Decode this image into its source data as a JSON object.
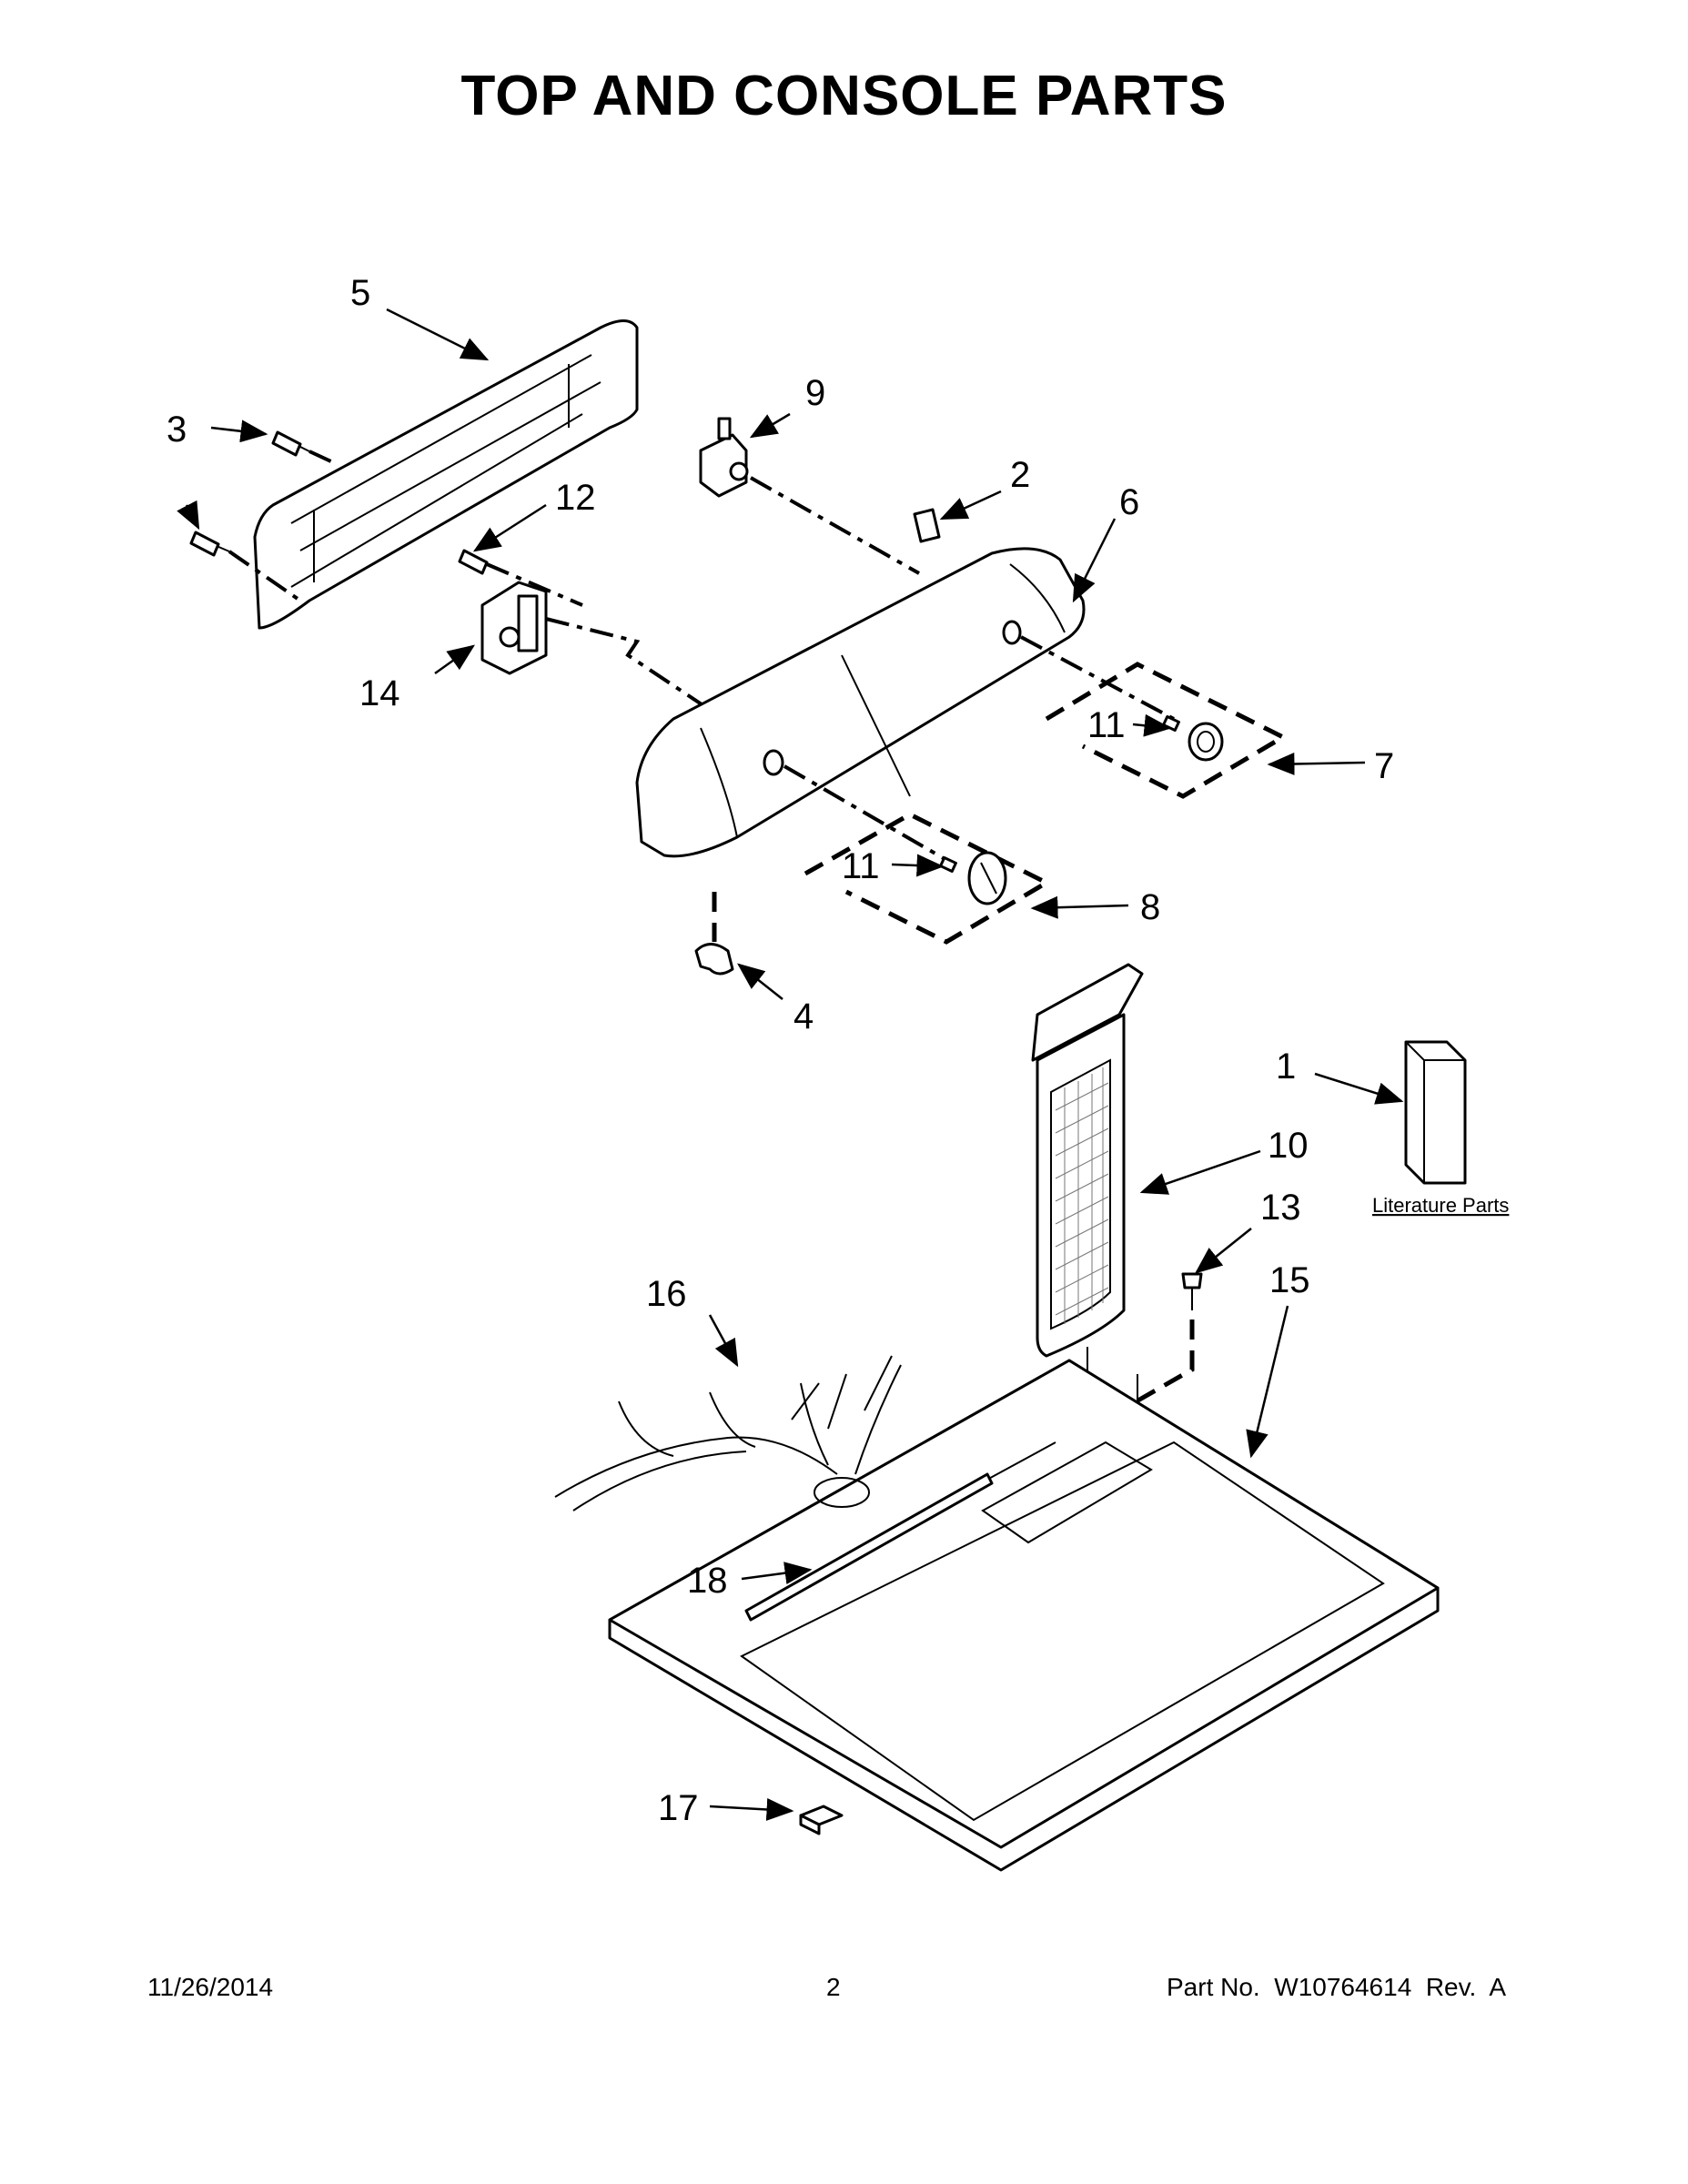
{
  "title": "TOP AND CONSOLE PARTS",
  "callouts": {
    "n1": "1",
    "n2": "2",
    "n3": "3",
    "n4": "4",
    "n5": "5",
    "n6": "6",
    "n7": "7",
    "n8": "8",
    "n9": "9",
    "n10": "10",
    "n11a": "11",
    "n11b": "11",
    "n12": "12",
    "n13": "13",
    "n14": "14",
    "n15": "15",
    "n16": "16",
    "n17": "17",
    "n18": "18"
  },
  "literature_label": "Literature Parts",
  "footer": {
    "date": "11/26/2014",
    "page": "2",
    "part_no": "Part No.  W10764614  Rev.  A"
  }
}
